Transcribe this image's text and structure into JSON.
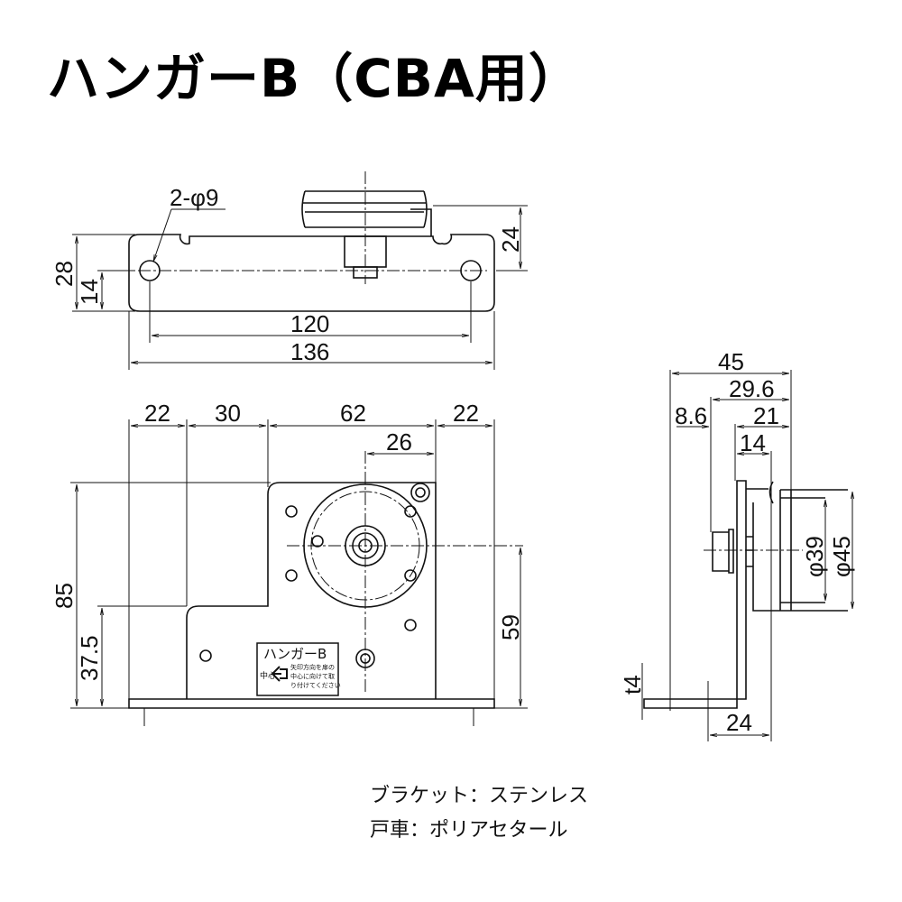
{
  "title": "ハンガーB（CBA用）",
  "top_view": {
    "hole_label": "2-φ9",
    "dims": {
      "height": "28",
      "hole_center": "14",
      "wheel_height": "24",
      "hole_pitch": "120",
      "width": "136"
    }
  },
  "front_view": {
    "dims": {
      "left_margin": "22",
      "step": "30",
      "middle": "62",
      "right_margin": "22",
      "wheel_offset": "26",
      "height": "85",
      "low_height": "37.5",
      "wheel_center_height": "59"
    },
    "label": {
      "title": "ハンガーB",
      "side": "中心",
      "line1": "矢印方向を扉の",
      "line2": "中心に向けて取",
      "line3": "り付けてください"
    }
  },
  "side_view": {
    "dims": {
      "depth": "45",
      "wheel_depth": "29.6",
      "bolt": "8.6",
      "wheel_width": "21",
      "bracket_to_wheel": "14",
      "wheel_inner_dia": "φ39",
      "wheel_outer_dia": "φ45",
      "thickness": "t4",
      "base": "24"
    }
  },
  "notes": [
    "ブラケット：ステンレス",
    "戸車：ポリアセタール"
  ]
}
